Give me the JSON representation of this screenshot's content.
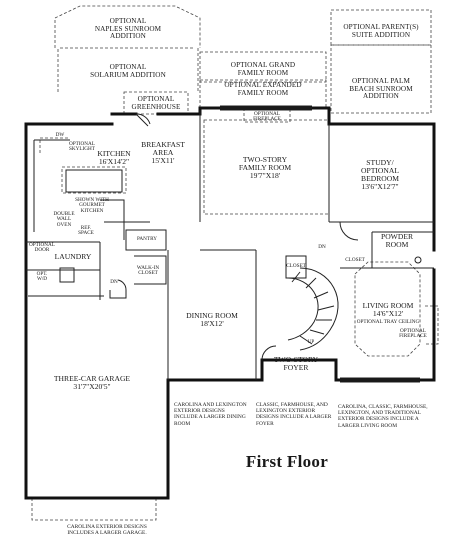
{
  "title": "First Floor",
  "labels": {
    "naples": "OPTIONAL\nNAPLES SUNROOM\nADDITION",
    "solarium": "OPTIONAL\nSOLARIUM ADDITION",
    "grand_family": "OPTIONAL GRAND\nFAMILY ROOM",
    "expanded_family": "OPTIONAL EXPANDED\nFAMILY ROOM",
    "opt_fireplace_top": "OPTIONAL\nFIREPLACE",
    "parents_suite": "OPTIONAL PARENT(S)\nSUITE ADDITION",
    "palm_beach": "OPTIONAL PALM\nBEACH SUNROOM\nADDITION",
    "greenhouse": "OPTIONAL\nGREENHOUSE",
    "dw": "DW",
    "skylight": "OPTIONAL\nSKYLIGHT",
    "kitchen": "KITCHEN\n16'X14'2\"",
    "breakfast": "BREAKFAST\nAREA\n15'X11'",
    "family": "TWO-STORY\nFAMILY ROOM\n19'7\"X18'",
    "study": "STUDY/\nOPTIONAL\nBEDROOM\n13'6\"X12'7\"",
    "gourmet": "SHOWN WITH\nGOURMET\nKITCHEN",
    "double_oven": "DOUBLE\nWALL\nOVEN",
    "ref_space": "REF.\nSPACE",
    "pantry": "PANTRY",
    "powder": "POWDER\nROOM",
    "opt_door": "OPTIONAL\nDOOR",
    "laundry": "LAUNDRY",
    "closet_small": "CLOSET",
    "closet_right": "CLOSET",
    "dn_stair": "DN",
    "dn_laundry": "DN",
    "opt_wd": "OPT.\nW/D",
    "walk_in": "WALK-IN\nCLOSET",
    "living": "LIVING ROOM\n14'6\"X12'",
    "tray": "OPTIONAL TRAY CEILING",
    "opt_fireplace_right": "OPTIONAL\nFIREPLACE",
    "dining": "DINING ROOM\n18'X12'",
    "garage": "THREE-CAR GARAGE\n31'7\"X20'5\"",
    "foyer": "TWO-STORY\nFOYER",
    "up": "UP",
    "note_dining": "CAROLINA AND LEXINGTON EXTERIOR DESIGNS INCLUDE A LARGER DINING ROOM",
    "note_foyer": "CLASSIC, FARMHOUSE, AND LEXINGTON EXTERIOR DESIGNS INCLUDE A LARGER FOYER",
    "note_living": "CAROLINA, CLASSIC, FARMHOUSE, LEXINGTON, AND TRADITIONAL EXTERIOR DESIGNS INCLUDE A LARGER LIVING ROOM",
    "note_garage": "CAROLINA EXTERIOR DESIGNS\nINCLUDES A LARGER GARAGE."
  }
}
